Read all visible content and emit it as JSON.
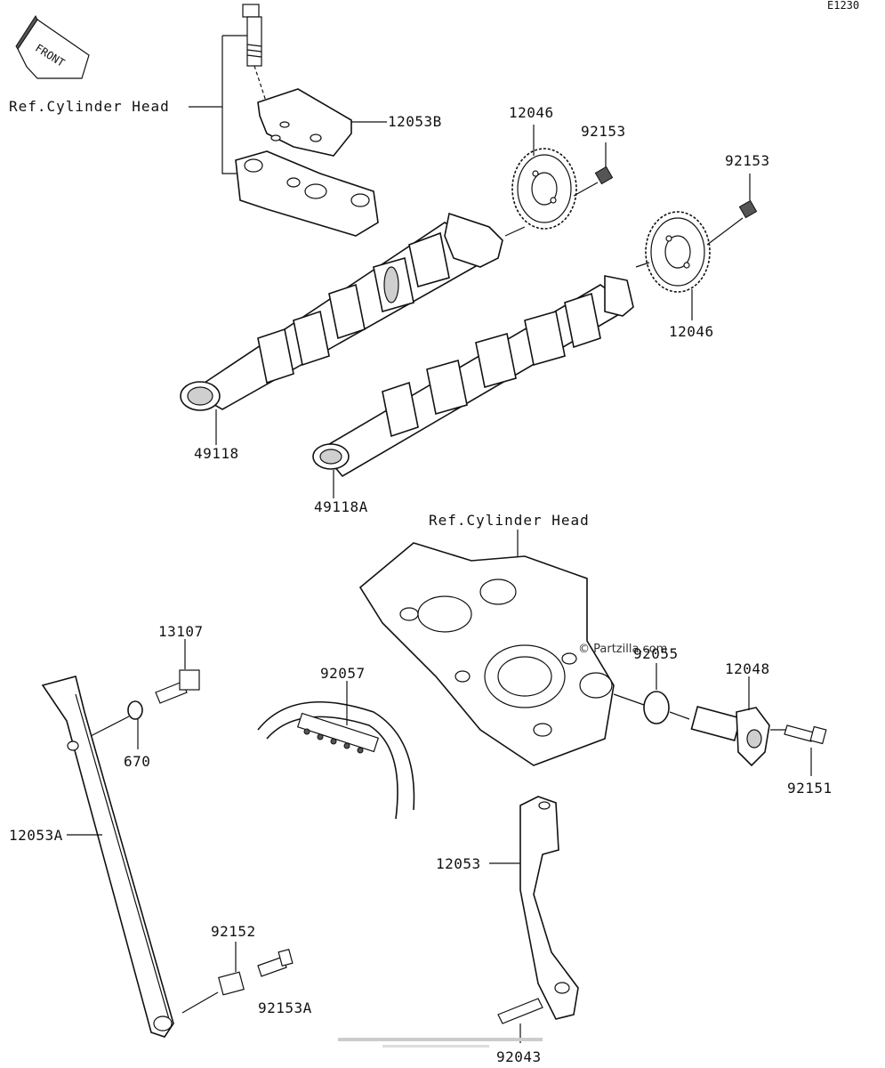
{
  "diagram_code": "E1230",
  "front_label": "FRONT",
  "watermark": "© Partzilla.com",
  "ref_labels": {
    "cylinder_head_top": "Ref.Cylinder Head",
    "cylinder_head_mid": "Ref.Cylinder Head"
  },
  "part_labels": {
    "p12053B": "12053B",
    "p12046_top": "12046",
    "p92153_left": "92153",
    "p92153_right": "92153",
    "p12046_right": "12046",
    "p49118": "49118",
    "p49118A": "49118A",
    "p13107": "13107",
    "p92057": "92057",
    "p92055": "92055",
    "p12048": "12048",
    "p670": "670",
    "p92151": "92151",
    "p12053A": "12053A",
    "p12053": "12053",
    "p92152": "92152",
    "p92153A": "92153A",
    "p92043": "92043"
  }
}
